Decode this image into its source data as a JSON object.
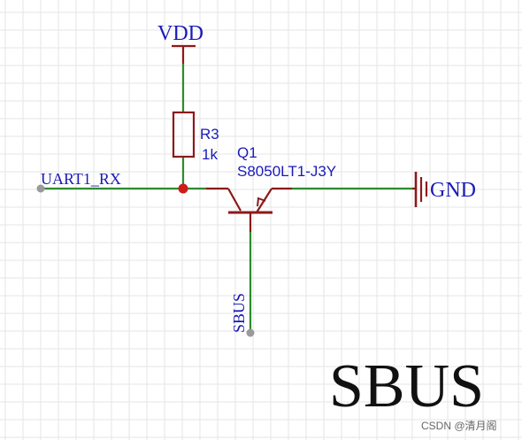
{
  "schematic": {
    "labels": {
      "vdd": "VDD",
      "gnd": "GND",
      "uart_net": "UART1_RX",
      "sbus_net": "SBUS",
      "big_title": "SBUS"
    },
    "resistor": {
      "designator": "R3",
      "value": "1k"
    },
    "transistor": {
      "designator": "Q1",
      "part": "S8050LT1-J3Y"
    },
    "watermark": "CSDN @清月阁",
    "colors": {
      "wire": "#2e8b2e",
      "component": "#8b1a1a",
      "label": "#1a1ab8",
      "grid": "#e6e6e6",
      "junction": "#d11a1a",
      "pin_end": "#9a9a9a",
      "title_text": "#111111",
      "watermark": "#666666"
    }
  }
}
